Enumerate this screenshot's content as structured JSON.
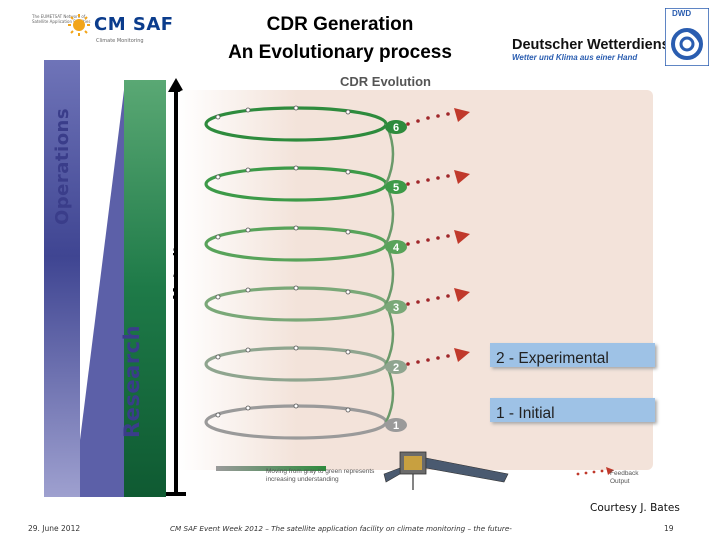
{
  "header": {
    "title_line1": "CDR Generation",
    "title_line2": "An Evolutionary process",
    "left_logo": {
      "name": "CM SAF",
      "subtitle": "Climate Monitoring",
      "small_text": "The EUMETSAT Network of Satellite Application Facilities"
    },
    "right_logo": {
      "abbr": "DWD",
      "name": "Deutscher Wetterdienst",
      "tagline": "Wetter und Klima aus einer Hand"
    }
  },
  "diagram": {
    "title": "CDR Evolution",
    "axis_labels": {
      "operations": "Operations",
      "research": "Research",
      "maturity": "Maturity"
    },
    "stages": [
      "1",
      "2",
      "3",
      "4",
      "5",
      "6"
    ],
    "stage_callouts": {
      "experimental": "2 - Experimental",
      "initial": "1 - Initial"
    },
    "legend": {
      "gradient_note": "Moving from gray to green represents increasing understanding",
      "feedback_note": "Feedback Output"
    },
    "colors": {
      "operations_bar": "#3f4592",
      "research_bar": "#1e7a48",
      "figure_background": "#f3e3da",
      "callout_fill": "#9ec2e6",
      "feedback_red": "#c0392b"
    }
  },
  "courtesy": "Courtesy J. Bates",
  "footer": {
    "date": "29. June 2012",
    "event": "CM SAF Event Week 2012 – The satellite application facility on climate monitoring – the future-",
    "page": "19"
  }
}
